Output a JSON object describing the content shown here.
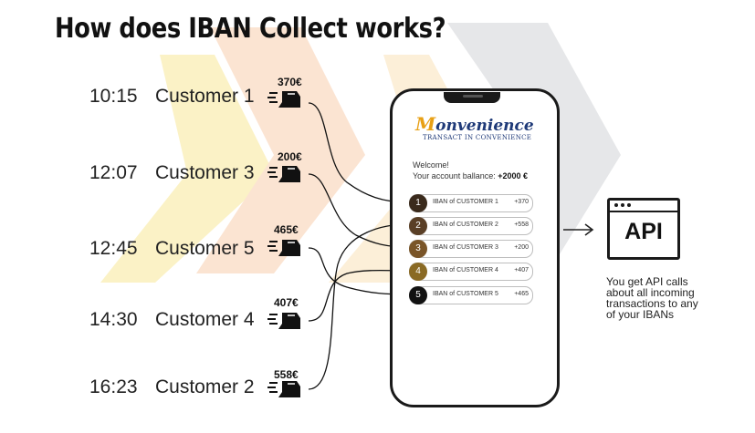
{
  "title": "How does IBAN Collect works?",
  "customers": [
    {
      "time": "10:15",
      "name": "Customer 1",
      "amount": "370€"
    },
    {
      "time": "12:07",
      "name": "Customer 3",
      "amount": "200€"
    },
    {
      "time": "12:45",
      "name": "Customer 5",
      "amount": "465€"
    },
    {
      "time": "14:30",
      "name": "Customer 4",
      "amount": "407€"
    },
    {
      "time": "16:23",
      "name": "Customer 2",
      "amount": "558€"
    }
  ],
  "phone": {
    "brand": "onvenience",
    "brand_initial": "M",
    "tagline": "TRANSACT IN CONVENIENCE",
    "welcome": "Welcome!",
    "balance_label": "Your account ballance:",
    "balance_value": "+2000 €",
    "transactions": [
      {
        "num": "1",
        "label": "IBAN of CUSTOMER 1",
        "value": "+370",
        "color": "#3a2a1c"
      },
      {
        "num": "2",
        "label": "IBAN of CUSTOMER 2",
        "value": "+558",
        "color": "#5a3f26"
      },
      {
        "num": "3",
        "label": "IBAN of CUSTOMER 3",
        "value": "+200",
        "color": "#7a5528"
      },
      {
        "num": "4",
        "label": "IBAN of CUSTOMER 4",
        "value": "+407",
        "color": "#8a6a24"
      },
      {
        "num": "5",
        "label": "IBAN of CUSTOMER 5",
        "value": "+465",
        "color": "#121212"
      }
    ]
  },
  "api": {
    "label": "API",
    "desc_lines": [
      "You get API calls",
      "about all incoming",
      "transactions to any",
      "of your IBANs"
    ]
  },
  "colors": {
    "accent_orange": "#e8a015",
    "brand_blue": "#1f3a78",
    "bg_yellow": "#fbf1c4",
    "bg_peach": "#fbe3cf",
    "bg_grey": "#e4e6e8"
  },
  "icons": [
    "money-transfer-icon",
    "arrow-right-icon",
    "api-window-icon"
  ]
}
